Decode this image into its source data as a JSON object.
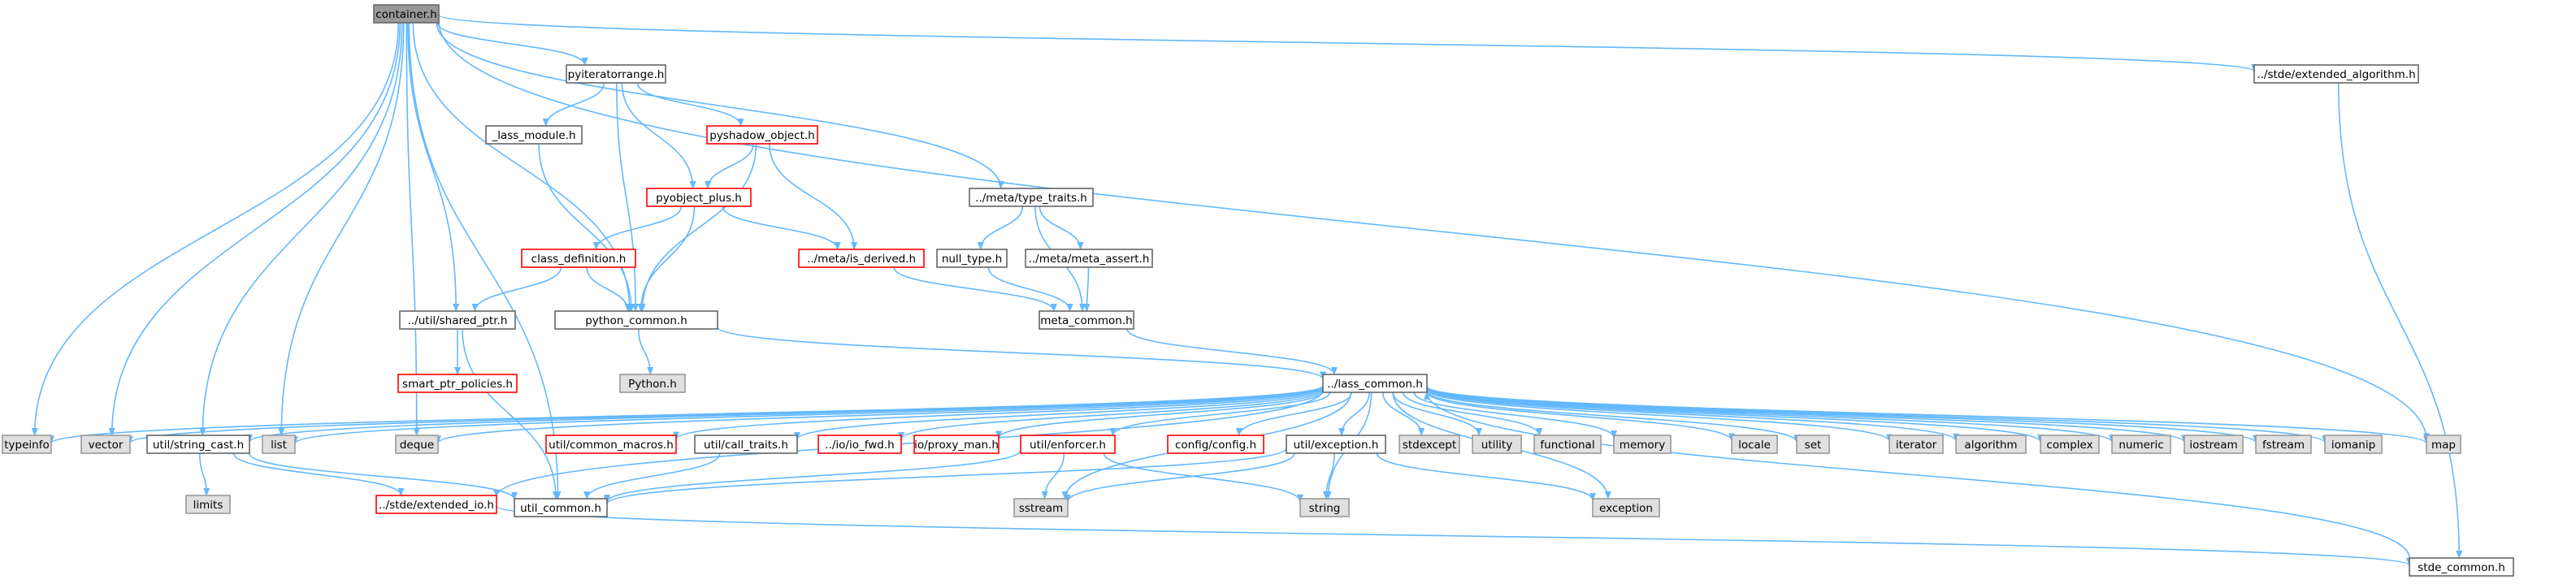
{
  "colors": {
    "edge": "#63b8ff",
    "node_fill": "#ffffff",
    "node_border": "#666666",
    "focus_fill": "#999999",
    "focus_border": "#666666",
    "system_fill": "#e0e0e0",
    "system_border": "#999999",
    "truncated_border": "#ff0000"
  },
  "nodes": [
    {
      "id": "container",
      "label": "container.h",
      "style": "focus"
    },
    {
      "id": "pyiter",
      "label": "pyiteratorrange.h",
      "style": "normal"
    },
    {
      "id": "algoh",
      "label": "../stde/extended_algorithm.h",
      "style": "normal"
    },
    {
      "id": "lassmod",
      "label": "_lass_module.h",
      "style": "normal"
    },
    {
      "id": "pyshadow",
      "label": "pyshadow_object.h",
      "style": "truncated"
    },
    {
      "id": "typetraits",
      "label": "../meta/type_traits.h",
      "style": "normal"
    },
    {
      "id": "pyobj",
      "label": "pyobject_plus.h",
      "style": "truncated"
    },
    {
      "id": "classdef",
      "label": "class_definition.h",
      "style": "truncated"
    },
    {
      "id": "isderived",
      "label": "../meta/is_derived.h",
      "style": "truncated"
    },
    {
      "id": "nulltype",
      "label": "null_type.h",
      "style": "normal"
    },
    {
      "id": "metaassert",
      "label": "../meta/meta_assert.h",
      "style": "normal"
    },
    {
      "id": "sharedptr",
      "label": "../util/shared_ptr.h",
      "style": "normal"
    },
    {
      "id": "pycommon",
      "label": "python_common.h",
      "style": "normal"
    },
    {
      "id": "metacommon",
      "label": "meta_common.h",
      "style": "normal"
    },
    {
      "id": "smartptr",
      "label": "smart_ptr_policies.h",
      "style": "truncated"
    },
    {
      "id": "pythonh",
      "label": "Python.h",
      "style": "system"
    },
    {
      "id": "lasscommon",
      "label": "../lass_common.h",
      "style": "normal"
    },
    {
      "id": "typeinfo",
      "label": "typeinfo",
      "style": "system"
    },
    {
      "id": "vector",
      "label": "vector",
      "style": "system"
    },
    {
      "id": "stringcast",
      "label": "util/string_cast.h",
      "style": "normal"
    },
    {
      "id": "list",
      "label": "list",
      "style": "system"
    },
    {
      "id": "deque",
      "label": "deque",
      "style": "system"
    },
    {
      "id": "macros",
      "label": "util/common_macros.h",
      "style": "truncated"
    },
    {
      "id": "calltraits",
      "label": "util/call_traits.h",
      "style": "normal"
    },
    {
      "id": "iofwd",
      "label": "../io/io_fwd.h",
      "style": "truncated"
    },
    {
      "id": "proxyman",
      "label": "io/proxy_man.h",
      "style": "truncated"
    },
    {
      "id": "enforcer",
      "label": "util/enforcer.h",
      "style": "truncated"
    },
    {
      "id": "config",
      "label": "config/config.h",
      "style": "truncated"
    },
    {
      "id": "exceptionh",
      "label": "util/exception.h",
      "style": "normal"
    },
    {
      "id": "stdexcept",
      "label": "stdexcept",
      "style": "system"
    },
    {
      "id": "utility",
      "label": "utility",
      "style": "system"
    },
    {
      "id": "functional",
      "label": "functional",
      "style": "system"
    },
    {
      "id": "memory",
      "label": "memory",
      "style": "system"
    },
    {
      "id": "locale",
      "label": "locale",
      "style": "system"
    },
    {
      "id": "set",
      "label": "set",
      "style": "system"
    },
    {
      "id": "iterator",
      "label": "iterator",
      "style": "system"
    },
    {
      "id": "algorithm",
      "label": "algorithm",
      "style": "system"
    },
    {
      "id": "complex",
      "label": "complex",
      "style": "system"
    },
    {
      "id": "numeric",
      "label": "numeric",
      "style": "system"
    },
    {
      "id": "iostream",
      "label": "iostream",
      "style": "system"
    },
    {
      "id": "fstream",
      "label": "fstream",
      "style": "system"
    },
    {
      "id": "iomanip",
      "label": "iomanip",
      "style": "system"
    },
    {
      "id": "map",
      "label": "map",
      "style": "system"
    },
    {
      "id": "limits",
      "label": "limits",
      "style": "system"
    },
    {
      "id": "extio",
      "label": "../stde/extended_io.h",
      "style": "truncated"
    },
    {
      "id": "utilcommon",
      "label": "util_common.h",
      "style": "normal"
    },
    {
      "id": "sstream",
      "label": "sstream",
      "style": "system"
    },
    {
      "id": "string",
      "label": "string",
      "style": "system"
    },
    {
      "id": "exception",
      "label": "exception",
      "style": "system"
    },
    {
      "id": "stdecommon",
      "label": "stde_common.h",
      "style": "normal"
    }
  ],
  "edges": [
    [
      "container",
      "pyiter"
    ],
    [
      "container",
      "algoh"
    ],
    [
      "container",
      "typetraits"
    ],
    [
      "container",
      "map"
    ],
    [
      "container",
      "typeinfo"
    ],
    [
      "container",
      "vector"
    ],
    [
      "container",
      "stringcast"
    ],
    [
      "container",
      "list"
    ],
    [
      "container",
      "deque"
    ],
    [
      "container",
      "sharedptr"
    ],
    [
      "container",
      "pycommon"
    ],
    [
      "container",
      "utilcommon"
    ],
    [
      "pyiter",
      "lassmod"
    ],
    [
      "pyiter",
      "pyshadow"
    ],
    [
      "pyiter",
      "pyobj"
    ],
    [
      "pyiter",
      "pycommon"
    ],
    [
      "algoh",
      "stdecommon"
    ],
    [
      "lassmod",
      "pycommon"
    ],
    [
      "pyshadow",
      "pyobj"
    ],
    [
      "pyshadow",
      "isderived"
    ],
    [
      "pyshadow",
      "pycommon"
    ],
    [
      "typetraits",
      "nulltype"
    ],
    [
      "typetraits",
      "metaassert"
    ],
    [
      "typetraits",
      "metacommon"
    ],
    [
      "pyobj",
      "classdef"
    ],
    [
      "pyobj",
      "isderived"
    ],
    [
      "pyobj",
      "pycommon"
    ],
    [
      "classdef",
      "sharedptr"
    ],
    [
      "classdef",
      "pycommon"
    ],
    [
      "isderived",
      "metacommon"
    ],
    [
      "nulltype",
      "metacommon"
    ],
    [
      "metaassert",
      "metacommon"
    ],
    [
      "sharedptr",
      "smartptr"
    ],
    [
      "sharedptr",
      "utilcommon"
    ],
    [
      "pycommon",
      "pythonh"
    ],
    [
      "pycommon",
      "lasscommon"
    ],
    [
      "metacommon",
      "lasscommon"
    ],
    [
      "lasscommon",
      "typeinfo"
    ],
    [
      "lasscommon",
      "vector"
    ],
    [
      "lasscommon",
      "stringcast"
    ],
    [
      "lasscommon",
      "list"
    ],
    [
      "lasscommon",
      "deque"
    ],
    [
      "lasscommon",
      "macros"
    ],
    [
      "lasscommon",
      "calltraits"
    ],
    [
      "lasscommon",
      "iofwd"
    ],
    [
      "lasscommon",
      "proxyman"
    ],
    [
      "lasscommon",
      "enforcer"
    ],
    [
      "lasscommon",
      "sstream"
    ],
    [
      "lasscommon",
      "config"
    ],
    [
      "lasscommon",
      "exceptionh"
    ],
    [
      "lasscommon",
      "stdexcept"
    ],
    [
      "lasscommon",
      "utility"
    ],
    [
      "lasscommon",
      "functional"
    ],
    [
      "lasscommon",
      "memory"
    ],
    [
      "lasscommon",
      "locale"
    ],
    [
      "lasscommon",
      "set"
    ],
    [
      "lasscommon",
      "iterator"
    ],
    [
      "lasscommon",
      "algorithm"
    ],
    [
      "lasscommon",
      "complex"
    ],
    [
      "lasscommon",
      "numeric"
    ],
    [
      "lasscommon",
      "iostream"
    ],
    [
      "lasscommon",
      "fstream"
    ],
    [
      "lasscommon",
      "iomanip"
    ],
    [
      "lasscommon",
      "map"
    ],
    [
      "lasscommon",
      "extio"
    ],
    [
      "lasscommon",
      "string"
    ],
    [
      "lasscommon",
      "exception"
    ],
    [
      "stringcast",
      "limits"
    ],
    [
      "stringcast",
      "extio"
    ],
    [
      "stringcast",
      "utilcommon"
    ],
    [
      "calltraits",
      "utilcommon"
    ],
    [
      "enforcer",
      "utilcommon"
    ],
    [
      "enforcer",
      "sstream"
    ],
    [
      "enforcer",
      "string"
    ],
    [
      "exceptionh",
      "utilcommon"
    ],
    [
      "exceptionh",
      "sstream"
    ],
    [
      "exceptionh",
      "string"
    ],
    [
      "exceptionh",
      "exception"
    ],
    [
      "extio",
      "stdecommon"
    ],
    [
      "stdecommon",
      "lasscommon"
    ]
  ]
}
